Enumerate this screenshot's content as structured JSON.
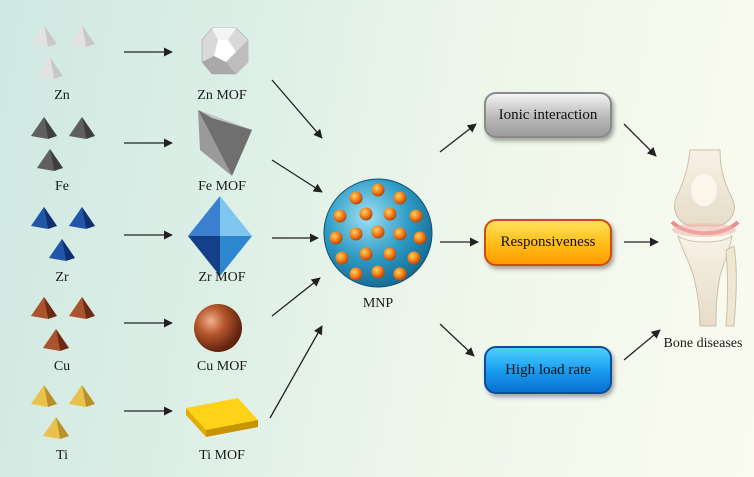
{
  "elements": [
    {
      "key": "zn",
      "label": "Zn"
    },
    {
      "key": "fe",
      "label": "Fe"
    },
    {
      "key": "zr",
      "label": "Zr"
    },
    {
      "key": "cu",
      "label": "Cu"
    },
    {
      "key": "ti",
      "label": "Ti"
    }
  ],
  "mofs": [
    {
      "key": "zn",
      "label": "Zn MOF"
    },
    {
      "key": "fe",
      "label": "Fe MOF"
    },
    {
      "key": "zr",
      "label": "Zr MOF"
    },
    {
      "key": "cu",
      "label": "Cu MOF"
    },
    {
      "key": "ti",
      "label": "Ti MOF"
    }
  ],
  "center": {
    "label": "MNP"
  },
  "properties": [
    {
      "key": "ionic",
      "label": "Ionic interaction"
    },
    {
      "key": "responsive",
      "label": "Responsiveness"
    },
    {
      "key": "load",
      "label": "High load rate"
    }
  ],
  "target": {
    "label": "Bone diseases"
  },
  "colors": {
    "zn": "#e6e6e6",
    "fe": "#6b6b6b",
    "zr": "#1f56a8",
    "cu": "#a9542f",
    "ti": "#e8c24a",
    "nano_shell": "#2a8fb8",
    "nano_dot": "#f07a1a"
  }
}
